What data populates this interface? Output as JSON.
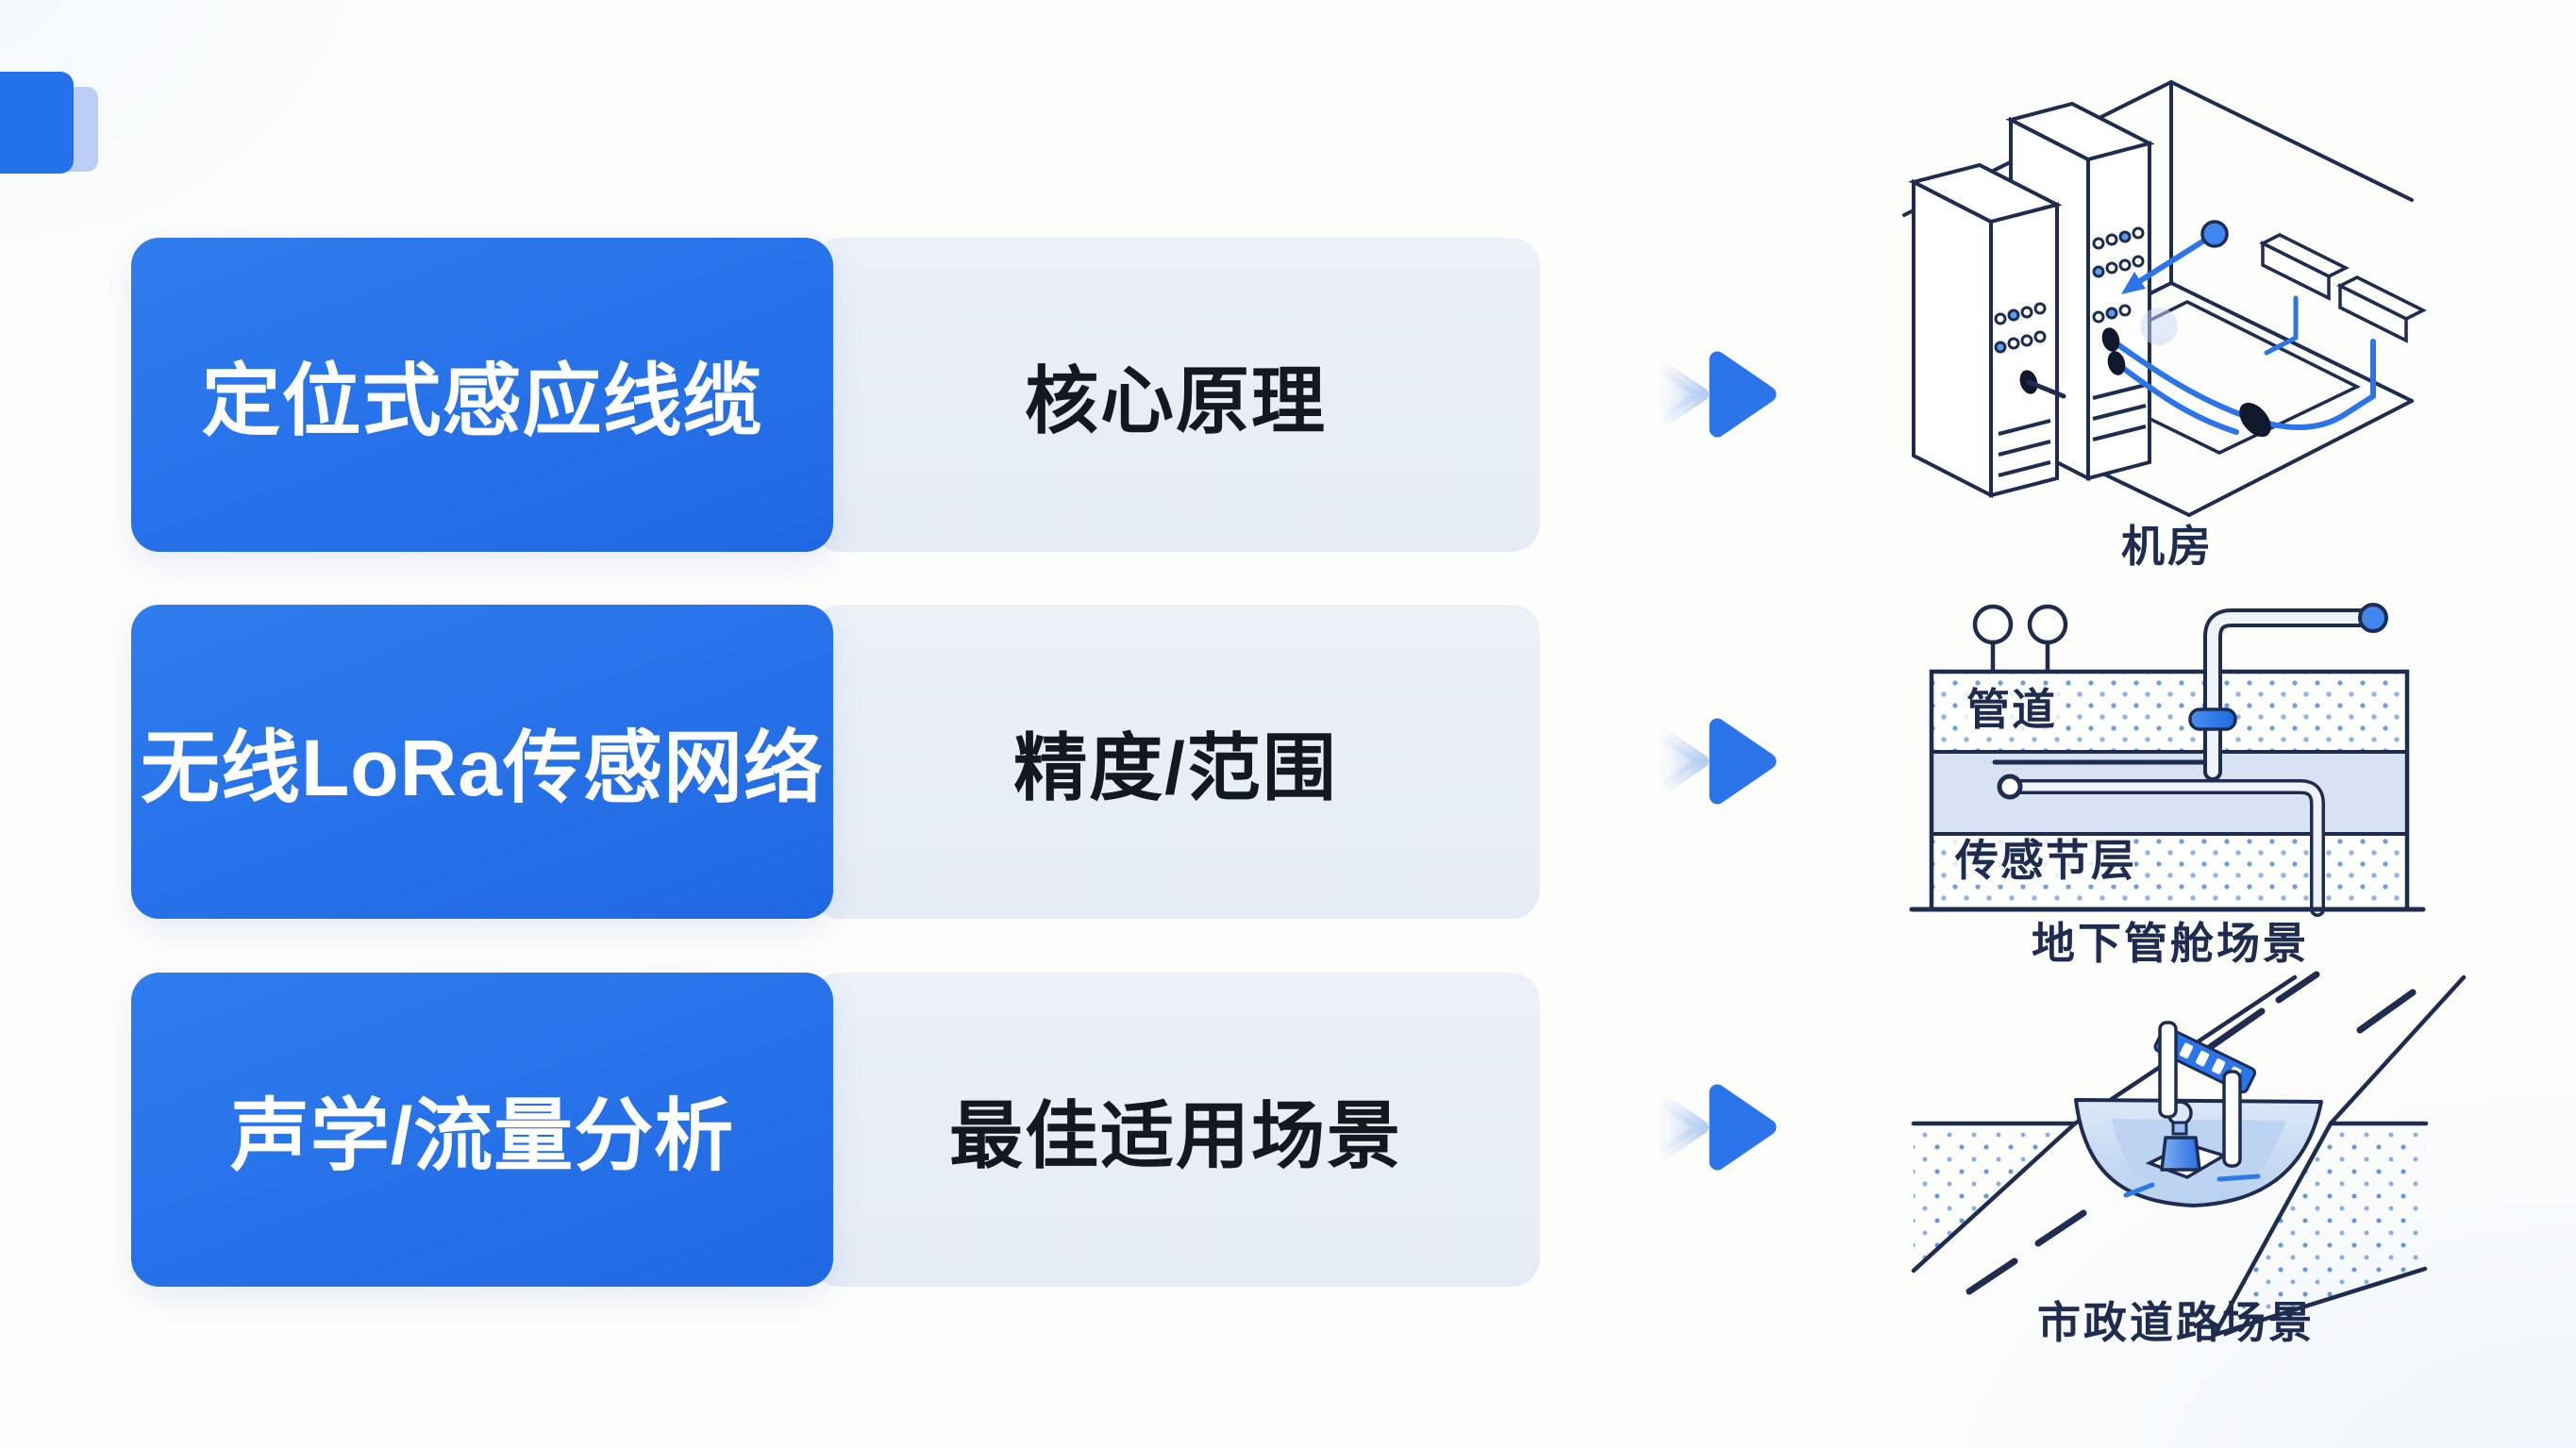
{
  "slide": {
    "background": "#fdfdfc",
    "accent": "#2b74e9",
    "ink": "#1e2c50",
    "panel_light": "#e9eef6",
    "rows": [
      {
        "category": "定位式感应线缆",
        "dimension": "核心原理"
      },
      {
        "category": "无线LoRa传感网络",
        "dimension": "精度/范围"
      },
      {
        "category": "声学/流量分析",
        "dimension": "最佳适用场景"
      }
    ],
    "scenes": {
      "server_room": {
        "caption": "机房"
      },
      "underground": {
        "caption": "地下管舱场景",
        "layer_top": "管道",
        "layer_bottom": "传感节层"
      },
      "road": {
        "caption": "市政道路场景"
      }
    }
  }
}
